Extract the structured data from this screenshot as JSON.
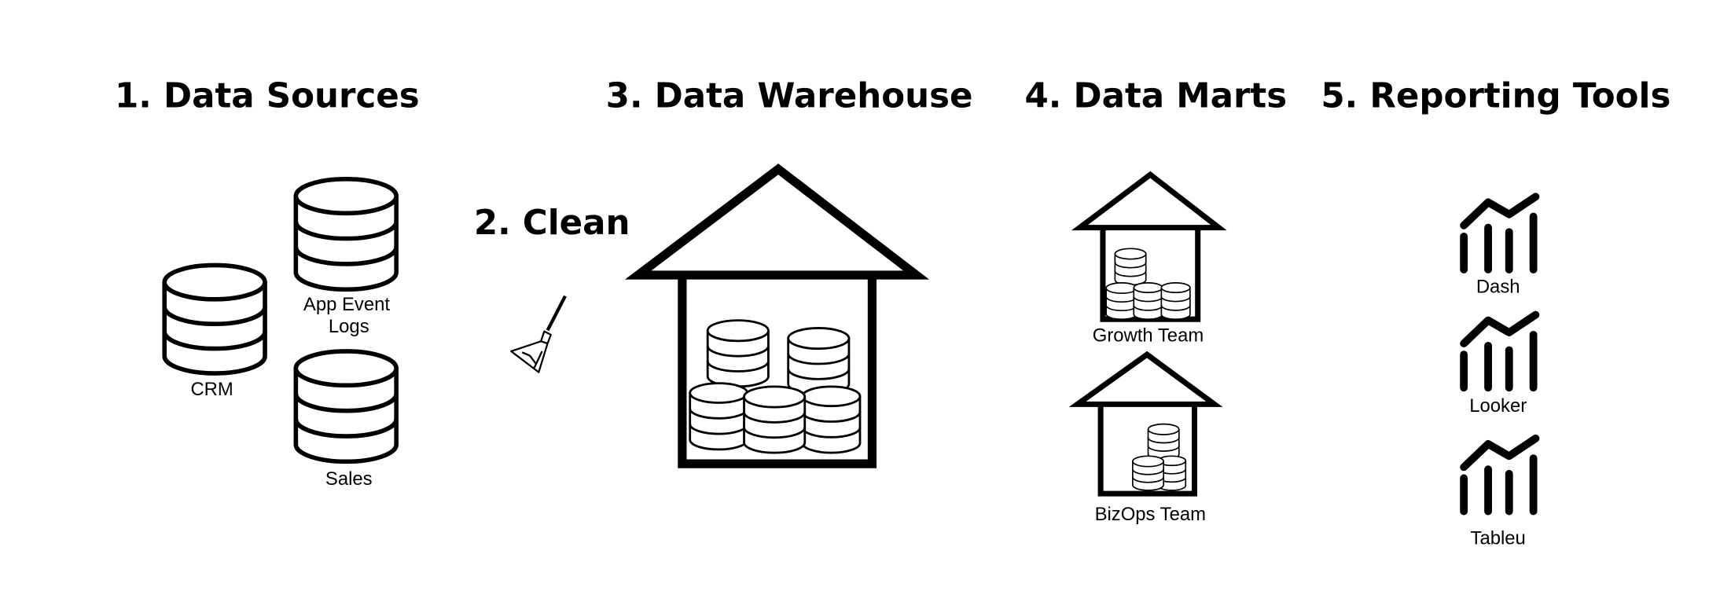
{
  "stages": {
    "sources": {
      "title": "1. Data Sources",
      "items": [
        "CRM",
        "App Event",
        "Logs",
        "Sales"
      ]
    },
    "clean": {
      "title": "2. Clean",
      "icon": "broom-icon"
    },
    "warehouse": {
      "title": "3. Data Warehouse",
      "icon": "warehouse-house-icon"
    },
    "marts": {
      "title": "4. Data Marts",
      "items": [
        "Growth Team",
        "BizOps Team"
      ]
    },
    "reporting": {
      "title": "5. Reporting Tools",
      "items": [
        "Dash",
        "Looker",
        "Tableu"
      ]
    }
  },
  "colors": {
    "ink": "#000000",
    "background": "#ffffff"
  }
}
